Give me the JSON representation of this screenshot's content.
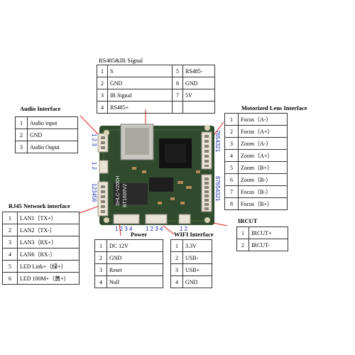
{
  "rs485": {
    "title": "RS485&IR Signal",
    "rows": [
      {
        "n1": "1",
        "l1": "S",
        "n2": "5",
        "l2": "RS485-"
      },
      {
        "n1": "2",
        "l1": "GND",
        "n2": "6",
        "l2": "GND"
      },
      {
        "n1": "3",
        "l1": "IR Signal",
        "n2": "7",
        "l2": "5V"
      },
      {
        "n1": "4",
        "l1": "RS485+",
        "n2": "",
        "l2": ""
      }
    ]
  },
  "audio": {
    "title": "Audio Interface",
    "rows": [
      {
        "n": "1",
        "label": "Audio input"
      },
      {
        "n": "2",
        "label": "GND"
      },
      {
        "n": "3",
        "label": "Audio Ouput"
      }
    ]
  },
  "lens": {
    "title": "Motorized Lens  Interface",
    "rows": [
      {
        "n": "1",
        "label": "Focus（A-）"
      },
      {
        "n": "2",
        "label": "Focus（A+）"
      },
      {
        "n": "3",
        "label": "Zoom（A-）"
      },
      {
        "n": "4",
        "label": "Zoom（A+）"
      },
      {
        "n": "5",
        "label": "Zoom（B+）"
      },
      {
        "n": "6",
        "label": "Zoom（B-）"
      },
      {
        "n": "7",
        "label": "Focus（B-）"
      },
      {
        "n": "8",
        "label": "Focus（B+）"
      }
    ]
  },
  "rj45": {
    "title": "RJ45 Network interface",
    "rows": [
      {
        "n": "1",
        "label": "LAN1（TX+）"
      },
      {
        "n": "2",
        "label": "LAN2（TX-）"
      },
      {
        "n": "3",
        "label": "LAN3（RX+）"
      },
      {
        "n": "4",
        "label": "LAN6（RX-）"
      },
      {
        "n": "5",
        "label": "LED Link+（绿+）"
      },
      {
        "n": "6",
        "label": "LED 100M+（黄+）"
      }
    ]
  },
  "power": {
    "title": "Power",
    "rows": [
      {
        "n": "1",
        "label": "DC 12V"
      },
      {
        "n": "2",
        "label": "GND"
      },
      {
        "n": "3",
        "label": "Reset"
      },
      {
        "n": "4",
        "label": "Null"
      }
    ]
  },
  "wifi": {
    "title": "WIFI  Interface",
    "rows": [
      {
        "n": "1",
        "label": "3.3V"
      },
      {
        "n": "2",
        "label": "USB-"
      },
      {
        "n": "3",
        "label": "USB+"
      },
      {
        "n": "4",
        "label": "GND"
      }
    ]
  },
  "ircut": {
    "title": "IRCUT",
    "rows": [
      {
        "n": "1",
        "label": "IRCUT+"
      },
      {
        "n": "2",
        "label": "IRCUT-"
      }
    ]
  },
  "pin_labels": {
    "audio": "1 2 3",
    "ir_top": "7654321",
    "two": "1 2",
    "rj45": "123456",
    "lens": "87654321",
    "power": "1 2 3 4",
    "wifi": "1 2 3 4",
    "ircut": "1 2"
  },
  "board_text": {
    "silk1": "SHLC-V200H",
    "silk2": "BT1600V2"
  },
  "colors": {
    "pcb": "#2f4a2c",
    "connector": "#e9e4d6",
    "arrow": "#e01b1b",
    "pin_label": "#1b2fb0"
  }
}
